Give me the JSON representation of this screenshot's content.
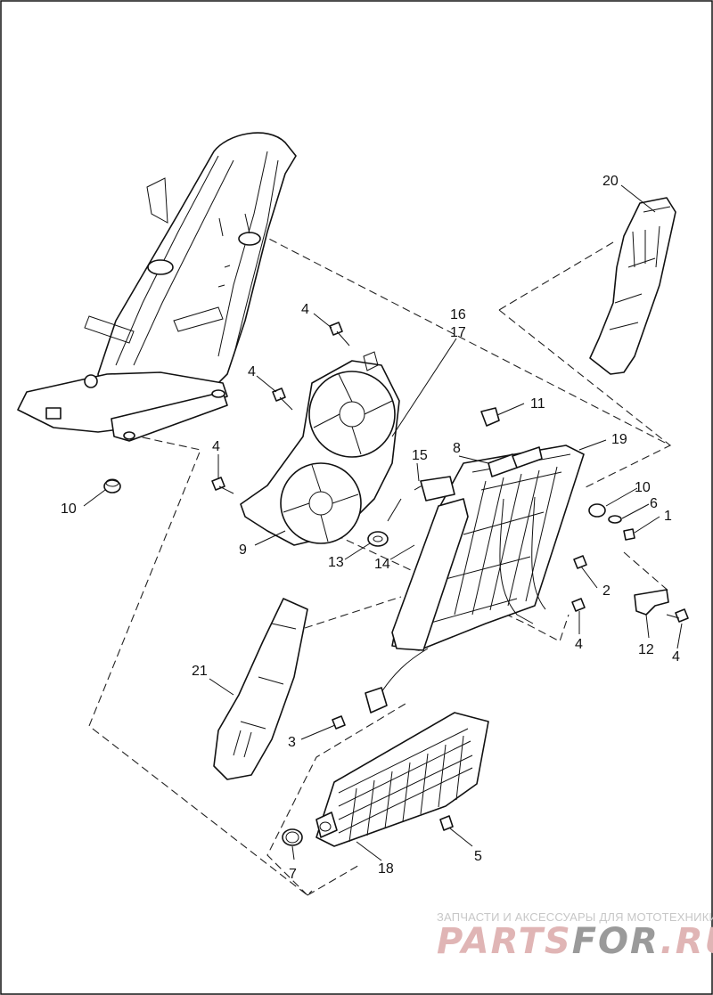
{
  "callouts": {
    "c20": "20",
    "c16": "16",
    "c17": "17",
    "c4a": "4",
    "c4b": "4",
    "c4c": "4",
    "c11": "11",
    "c8": "8",
    "c19": "19",
    "c15": "15",
    "c10a": "10",
    "c10b": "10",
    "c6": "6",
    "c1": "1",
    "c9": "9",
    "c13": "13",
    "c14": "14",
    "c2": "2",
    "c4d": "4",
    "c12": "12",
    "c4e": "4",
    "c21": "21",
    "c3": "3",
    "c5": "5",
    "c7": "7",
    "c18": "18"
  },
  "watermark": {
    "subtitle": "ЗАПЧАСТИ И АКСЕССУАРЫ ДЛЯ МОТОТЕХНИКИ",
    "brand_part1": "PARTS",
    "brand_part2": "FOR",
    "brand_part3": ".RU",
    "brand_color": "#e0b5b5",
    "accent_color": "#9a9a9a"
  }
}
